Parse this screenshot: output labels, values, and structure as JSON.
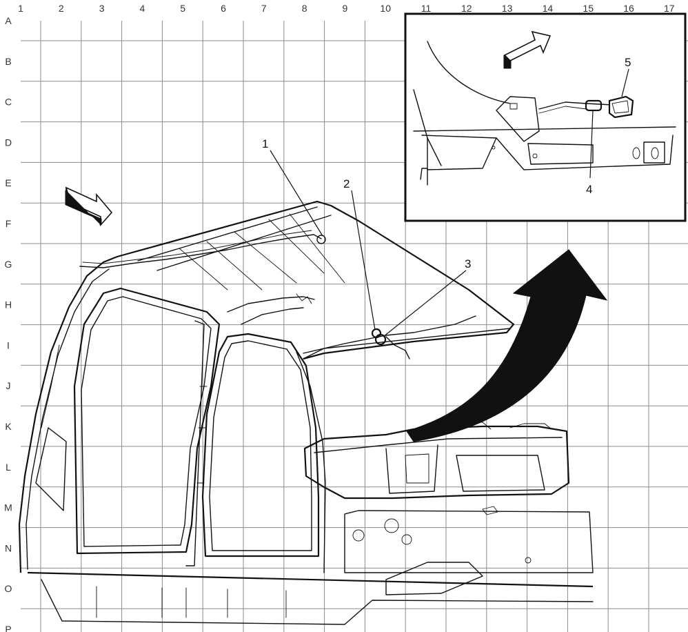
{
  "grid": {
    "columns": [
      "1",
      "2",
      "3",
      "4",
      "5",
      "6",
      "7",
      "8",
      "9",
      "10",
      "11",
      "12",
      "13",
      "14",
      "15",
      "16",
      "17"
    ],
    "rows": [
      "A",
      "B",
      "C",
      "D",
      "E",
      "F",
      "G",
      "H",
      "I",
      "J",
      "K",
      "L",
      "M",
      "N",
      "O",
      "P"
    ]
  },
  "callouts": [
    "1",
    "2",
    "3",
    "4",
    "5"
  ],
  "colors": {
    "line": "#111111",
    "grid": "#8c8c8c",
    "background": "#ffffff"
  },
  "icons": [
    "direction-arrow-icon",
    "inset-direction-arrow-icon",
    "detail-view-arrow-icon"
  ]
}
